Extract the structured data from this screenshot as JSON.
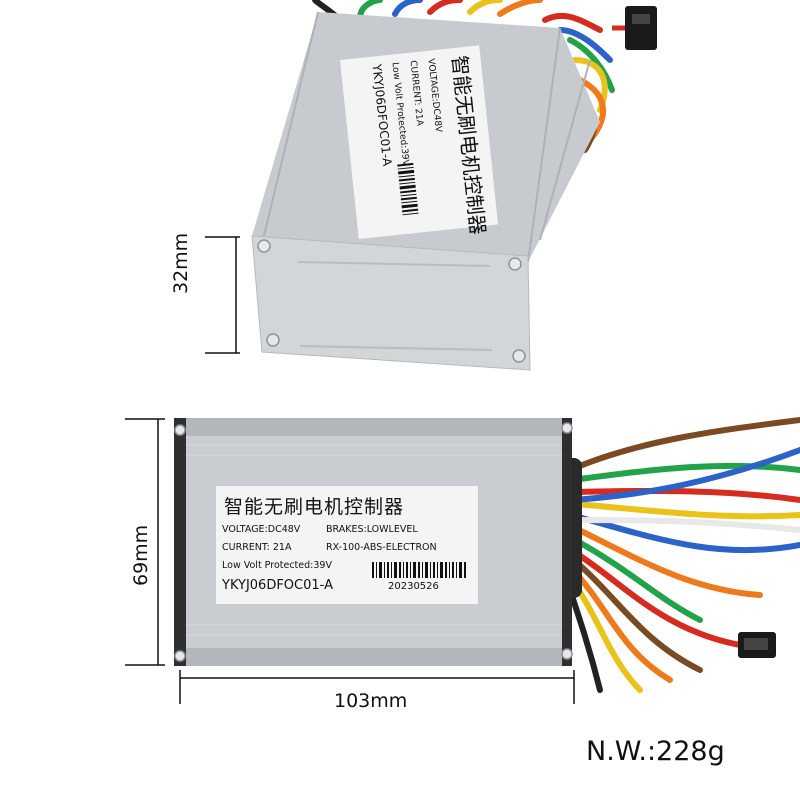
{
  "label": {
    "title": "智能无刷电机控制器",
    "voltage": "VOLTAGE:DC48V",
    "brakes": "BRAKES:LOWLEVEL",
    "current": "CURRENT: 21A",
    "model": "RX-100-ABS-ELECTRON",
    "low_volt": "Low Volt Protected:39V",
    "serial": "YKYJ06DFOC01-A",
    "date": "20230526"
  },
  "dimensions": {
    "height": "32mm",
    "width": "69mm",
    "length": "103mm"
  },
  "net_weight": "N.W.:228g",
  "colors": {
    "housing": "#c9cdd1",
    "housing_dark": "#9ea3a8",
    "label_bg": "#f4f4f4",
    "wire_red": "#d62b1f",
    "wire_green": "#22a34a",
    "wire_blue": "#2b63c9",
    "wire_yellow": "#e9c21a",
    "wire_orange": "#ee7a1c",
    "wire_brown": "#7a4a22",
    "wire_black": "#222222",
    "wire_white": "#e8e8e8"
  }
}
